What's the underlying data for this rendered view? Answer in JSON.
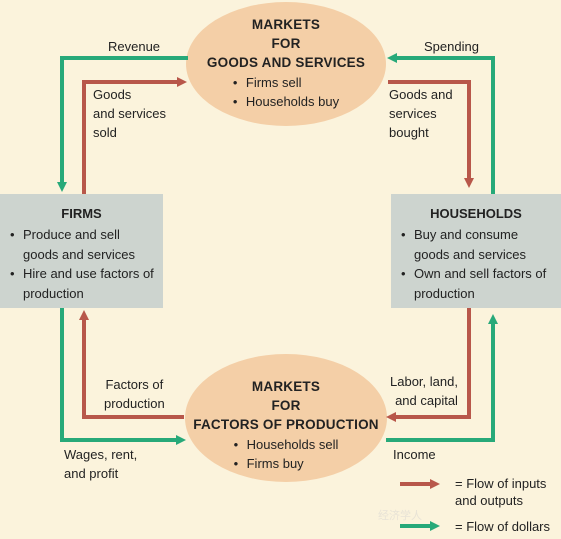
{
  "colors": {
    "background": "#fbf3dc",
    "ellipse": "#f4cfa7",
    "box": "#cdd4cf",
    "inputs_flow": "#b8574a",
    "dollars_flow": "#27a979"
  },
  "goods_market": {
    "title": [
      "MARKETS",
      "FOR",
      "GOODS AND SERVICES"
    ],
    "bullets": [
      "Firms sell",
      "Households buy"
    ]
  },
  "factors_market": {
    "title": [
      "MARKETS",
      "FOR",
      "FACTORS OF PRODUCTION"
    ],
    "bullets": [
      "Households sell",
      "Firms buy"
    ]
  },
  "firms": {
    "title": "FIRMS",
    "bullets": [
      "Produce and sell goods and services",
      "Hire and use factors of production"
    ]
  },
  "households": {
    "title": "HOUSEHOLDS",
    "bullets": [
      "Buy and consume goods and services",
      "Own and sell factors of production"
    ]
  },
  "labels": {
    "revenue": "Revenue",
    "spending": "Spending",
    "goods_sold": "Goods\nand services\nsold",
    "goods_bought": "Goods and\nservices\nbought",
    "factors_of_production": "Factors of\nproduction",
    "labor_land_capital": "Labor, land,\nand capital",
    "wages_rent_profit": "Wages, rent,\nand profit",
    "income": "Income"
  },
  "legend": {
    "inputs": "= Flow of inputs\nand outputs",
    "dollars": "= Flow of dollars"
  },
  "watermark": "经济学人"
}
